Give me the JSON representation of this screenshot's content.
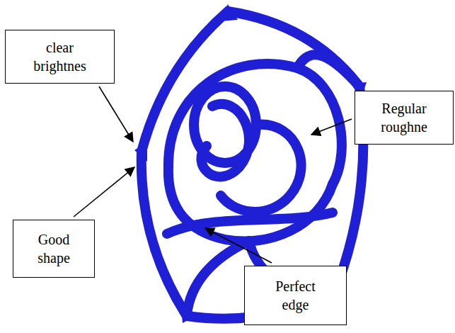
{
  "diagram": {
    "nodes": [
      {
        "text": [
          "clear brightnes"
        ]
      },
      {
        "text": [
          "Regular roughne"
        ]
      },
      {
        "text": [
          "Good shape"
        ]
      },
      {
        "text": [
          "Perfect edge"
        ]
      }
    ]
  }
}
